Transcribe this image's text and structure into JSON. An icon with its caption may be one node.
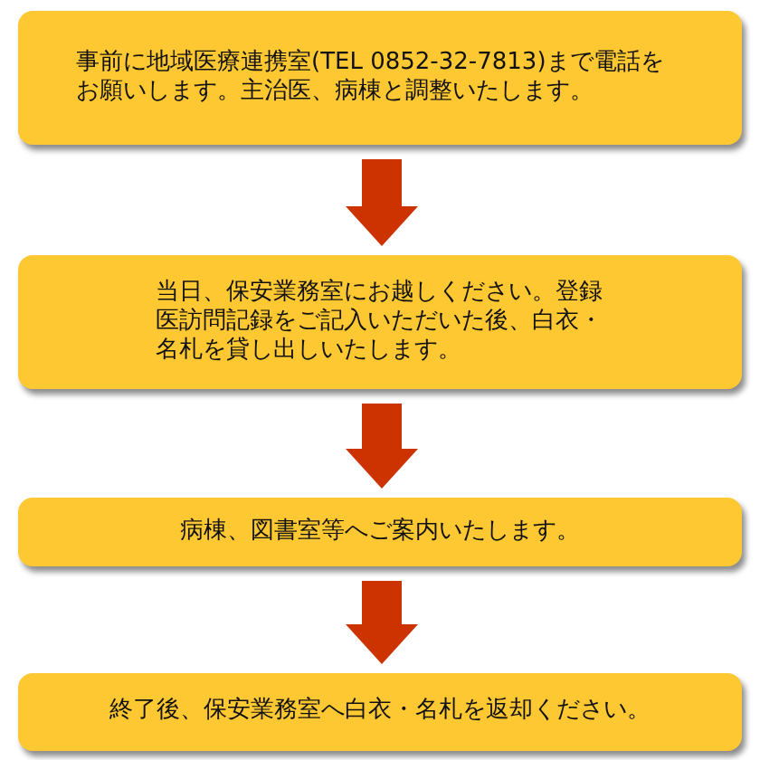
{
  "diagram": {
    "nodes": [
      {
        "text": [
          "事前に地域医療連携室(TEL 0852-32-7813)まで電話をお願いします。主治医、病棟と調整いたします。"
        ]
      },
      {
        "text": [
          "当日、保安業務室にお越しください。登録医訪問記録をご記入いただいた後、白衣・名札を貸し出しいたします。"
        ]
      },
      {
        "text": [
          "病棟、図書室等へご案内いたします。"
        ]
      },
      {
        "text": [
          "終了後、保安業務室へ白衣・名札を返却ください。"
        ]
      }
    ],
    "edges": [
      {
        "from": 0,
        "to": 1,
        "arrow": "to"
      },
      {
        "from": 1,
        "to": 2,
        "arrow": "to"
      },
      {
        "from": 2,
        "to": 3,
        "arrow": "to"
      }
    ]
  }
}
